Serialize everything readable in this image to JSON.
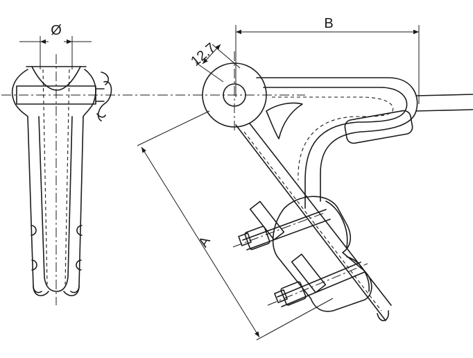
{
  "labels": {
    "diameter": "Ø",
    "b": "B",
    "a": "A",
    "pin": "12.7"
  }
}
